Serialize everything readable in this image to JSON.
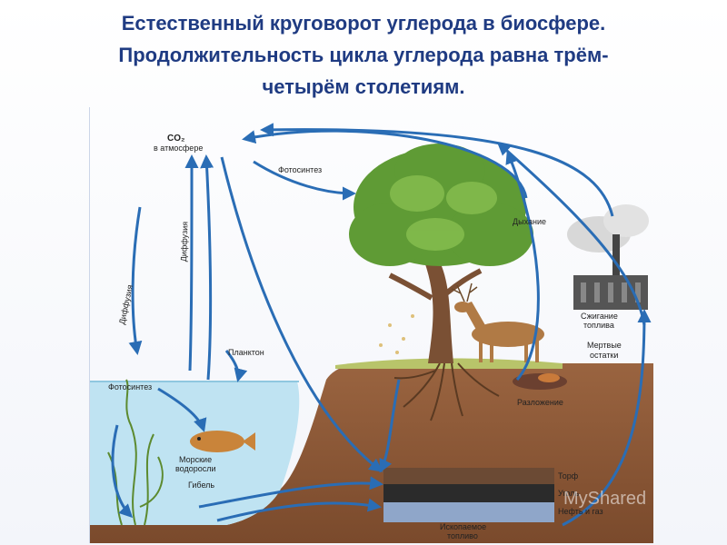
{
  "title": {
    "line1": "Естественный круговорот углерода  в биосфере.",
    "line2": "Продолжительность цикла углерода равна трём-",
    "line3": "четырём столетиям."
  },
  "labels": {
    "co2": "CO₂",
    "atmosphere": "в атмосфере",
    "photosynthesis_land": "Фотосинтез",
    "respiration": "Дыхание",
    "combustion_1": "Сжигание",
    "combustion_2": "топлива",
    "dead_1": "Мертвые",
    "dead_2": "остатки",
    "decomposition": "Разложение",
    "plankton": "Планктон",
    "photosynthesis_sea": "Фотосинтез",
    "diffusion_1": "Диффузия",
    "diffusion_2": "Диффузия",
    "seaweed_1": "Морские",
    "seaweed_2": "водоросли",
    "death": "Гибель",
    "peat": "Торф",
    "coal": "Уголь",
    "oil_gas": "Нефть и газ",
    "fossil_1": "Ископаемое",
    "fossil_2": "топливо"
  },
  "watermark": "MyShared",
  "colors": {
    "title": "#1f3b82",
    "arrow": "#2a6db5",
    "sky": "#ffffff",
    "water": "#bfe3f2",
    "soil": "#8a5636",
    "peat": "#6b4a34",
    "coal": "#2b2b2b",
    "oil_gas": "#8fa6c9"
  }
}
